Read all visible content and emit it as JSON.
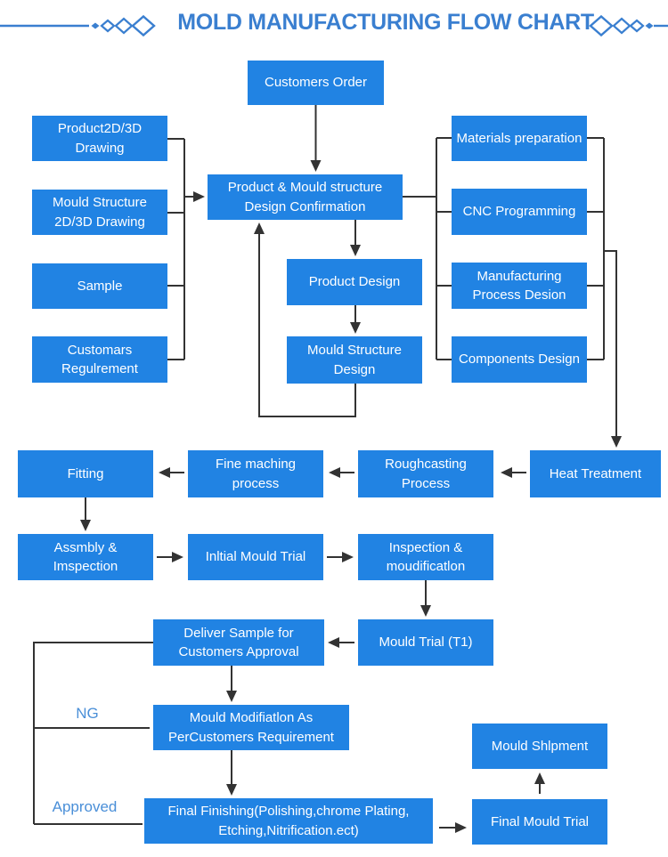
{
  "title": "MOLD MANUFACTURING FLOW CHART",
  "header": {
    "left_ornament": "diamond-chain",
    "right_ornament": "diamond-chain"
  },
  "branch_labels": {
    "ng": "NG",
    "approved": "Approved"
  },
  "colors": {
    "node_fill": "#2183E3",
    "node_text": "#FFFFFF",
    "title_blue": "#3A7FD0",
    "connector": "#333333",
    "branch_label_blue": "#4A8FD8"
  },
  "nodes": {
    "customers_order": "Customers Order",
    "product_drawing": "Product2D/3D Drawing",
    "mould_structure_drawing": "Mould Structure 2D/3D Drawing",
    "sample": "Sample",
    "customers_requirement": "Customars Regulrement",
    "design_confirmation": "Product & Mould structure Design Confirmation",
    "product_design": "Product Design",
    "mould_structure_design": "Mould Structure Design",
    "materials_preparation": "Materials preparation",
    "cnc_programming": "CNC Programming",
    "manufacturing_process_design": "Manufacturing Process Desion",
    "components_design": "Components Design",
    "heat_treatment": "Heat Treatment",
    "roughcasting_process": "Roughcasting Process",
    "fine_machining_process": "Fine maching process",
    "fitting": "Fitting",
    "assembly_inspection": "Assmbly & Imspection",
    "initial_mould_trial": "Inltial Mould Trial",
    "inspection_modification": "Inspection & moudificatlon",
    "mould_trial_t1": "Mould Trial (T1)",
    "deliver_sample": "Deliver Sample for Customers Approval",
    "mould_modification": "Mould Modifiatlon As PerCustomers Requirement",
    "final_finishing": "Final Finishing(Polishing,chrome Plating, Etching,Nitrification.ect)",
    "final_mould_trial": "Final Mould Trial",
    "mould_shipment": "Mould Shlpment"
  }
}
